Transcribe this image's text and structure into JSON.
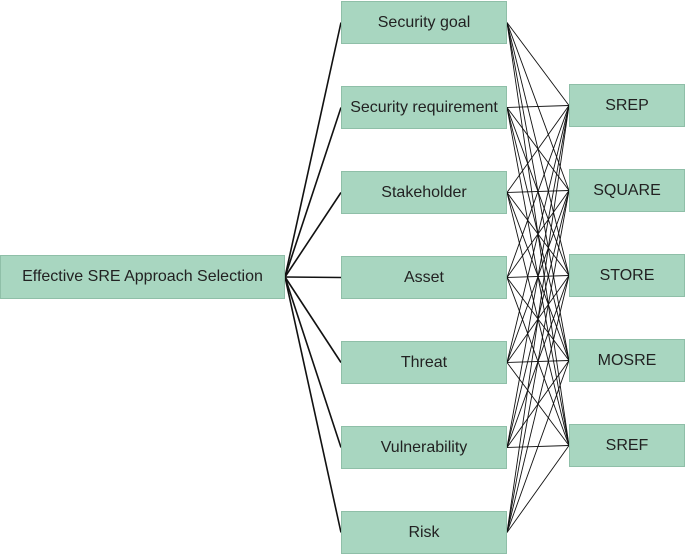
{
  "goal": {
    "label": "Effective SRE Approach Selection"
  },
  "criteria": [
    {
      "label": "Security goal"
    },
    {
      "label": "Security requirement"
    },
    {
      "label": "Stakeholder"
    },
    {
      "label": "Asset"
    },
    {
      "label": "Threat"
    },
    {
      "label": "Vulnerability"
    },
    {
      "label": "Risk"
    }
  ],
  "alternatives": [
    {
      "label": "SREP"
    },
    {
      "label": "SQUARE"
    },
    {
      "label": "STORE"
    },
    {
      "label": "MOSRE"
    },
    {
      "label": "SREF"
    }
  ],
  "colors": {
    "node_fill": "#a8d6c0",
    "edge": "#111111"
  }
}
